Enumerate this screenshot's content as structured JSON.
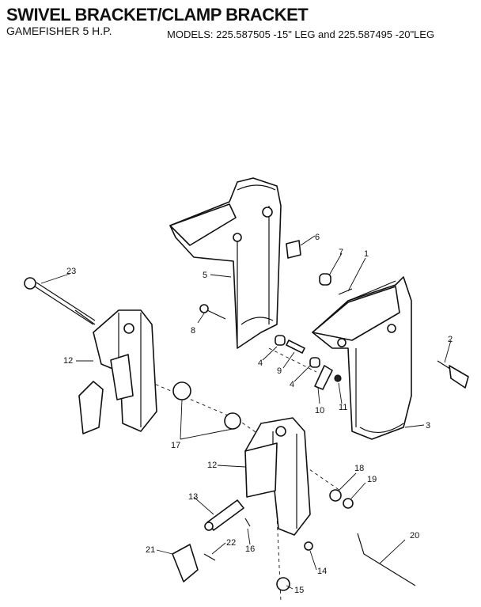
{
  "header": {
    "title": "SWIVEL BRACKET/CLAMP BRACKET",
    "subtitle": "GAMEFISHER 5 H.P.",
    "models": "MODELS:  225.587505 -15\" LEG and  225.587495 -20\"LEG"
  },
  "callouts": [
    {
      "id": "c1",
      "label": "1"
    },
    {
      "id": "c2",
      "label": "2"
    },
    {
      "id": "c3",
      "label": "3"
    },
    {
      "id": "c4a",
      "label": "4"
    },
    {
      "id": "c4b",
      "label": "4"
    },
    {
      "id": "c5",
      "label": "5"
    },
    {
      "id": "c6",
      "label": "6"
    },
    {
      "id": "c7",
      "label": "7"
    },
    {
      "id": "c8",
      "label": "8"
    },
    {
      "id": "c9",
      "label": "9"
    },
    {
      "id": "c10",
      "label": "10"
    },
    {
      "id": "c11",
      "label": "11"
    },
    {
      "id": "c12a",
      "label": "12"
    },
    {
      "id": "c12b",
      "label": "12"
    },
    {
      "id": "c13",
      "label": "13"
    },
    {
      "id": "c14",
      "label": "14"
    },
    {
      "id": "c15",
      "label": "15"
    },
    {
      "id": "c16",
      "label": "16"
    },
    {
      "id": "c17",
      "label": "17"
    },
    {
      "id": "c18",
      "label": "18"
    },
    {
      "id": "c19",
      "label": "19"
    },
    {
      "id": "c20",
      "label": "20"
    },
    {
      "id": "c21",
      "label": "21"
    },
    {
      "id": "c22",
      "label": "22"
    },
    {
      "id": "c23",
      "label": "23"
    }
  ]
}
